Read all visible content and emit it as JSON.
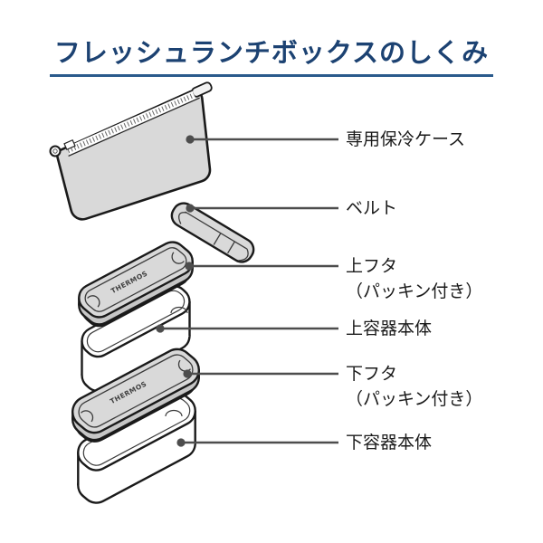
{
  "header": {
    "title": "フレッシュランチボックスのしくみ",
    "title_color": "#1c4272",
    "underline_color": "#2a5a8c"
  },
  "diagram": {
    "brand_text": "THERMOS",
    "outline_color": "#1a1a1a",
    "part_fill": "#d9d9d9",
    "part_side_fill": "#c6c6c6",
    "gasket_fill": "#cfcfcf",
    "container_fill": "#ffffff",
    "callout_color": "#4d4d4d",
    "label_color": "#1a1a1a",
    "callouts": [
      {
        "id": "cooler-case",
        "label": "専用保冷ケース"
      },
      {
        "id": "belt",
        "label": "ベルト"
      },
      {
        "id": "upper-lid",
        "label": "上フタ",
        "label2": "（パッキン付き）"
      },
      {
        "id": "upper-container",
        "label": "上容器本体"
      },
      {
        "id": "lower-lid",
        "label": "下フタ",
        "label2": "（パッキン付き）"
      },
      {
        "id": "lower-container",
        "label": "下容器本体"
      }
    ]
  }
}
